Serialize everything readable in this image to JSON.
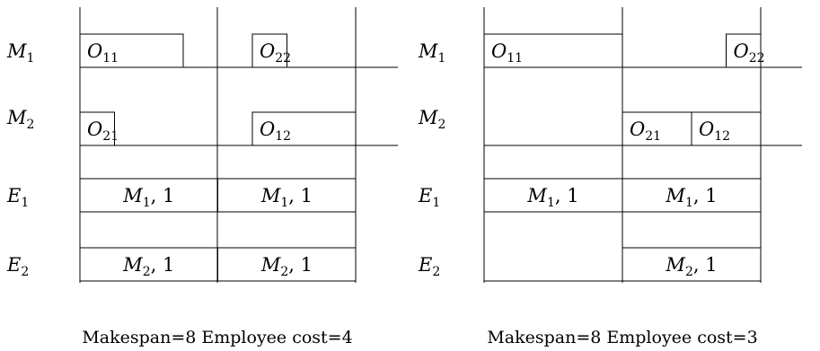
{
  "diagrams": [
    {
      "rows": [
        {
          "name": "M",
          "sub": "1"
        },
        {
          "name": "M",
          "sub": "2"
        },
        {
          "name": "E",
          "sub": "1"
        },
        {
          "name": "E",
          "sub": "2"
        }
      ],
      "blocks": [
        {
          "row": 0,
          "start": 0,
          "end": 3,
          "label": "O",
          "sub": "11"
        },
        {
          "row": 0,
          "start": 5,
          "end": 6,
          "label": "O",
          "sub": "22"
        },
        {
          "row": 1,
          "start": 0,
          "end": 1,
          "label": "O",
          "sub": "21"
        },
        {
          "row": 1,
          "start": 5,
          "end": 8,
          "label": "O",
          "sub": "12"
        },
        {
          "row": 2,
          "start": 0,
          "end": 4,
          "label": "M",
          "sub": "1",
          "suffix": ", 1"
        },
        {
          "row": 2,
          "start": 4,
          "end": 8,
          "label": "M",
          "sub": "1",
          "suffix": ", 1"
        },
        {
          "row": 3,
          "start": 0,
          "end": 4,
          "label": "M",
          "sub": "2",
          "suffix": ", 1"
        },
        {
          "row": 3,
          "start": 4,
          "end": 8,
          "label": "M",
          "sub": "2",
          "suffix": ", 1"
        }
      ],
      "caption": "Makespan=8 Employee cost=4"
    },
    {
      "rows": [
        {
          "name": "M",
          "sub": "1"
        },
        {
          "name": "M",
          "sub": "2"
        },
        {
          "name": "E",
          "sub": "1"
        },
        {
          "name": "E",
          "sub": "2"
        }
      ],
      "blocks": [
        {
          "row": 0,
          "start": 0,
          "end": 4,
          "label": "O",
          "sub": "11"
        },
        {
          "row": 0,
          "start": 7,
          "end": 8,
          "label": "O",
          "sub": "22"
        },
        {
          "row": 1,
          "start": 4,
          "end": 6,
          "label": "O",
          "sub": "21"
        },
        {
          "row": 1,
          "start": 6,
          "end": 8,
          "label": "O",
          "sub": "12"
        },
        {
          "row": 2,
          "start": 0,
          "end": 4,
          "label": "M",
          "sub": "1",
          "suffix": ", 1"
        },
        {
          "row": 2,
          "start": 4,
          "end": 8,
          "label": "M",
          "sub": "1",
          "suffix": ", 1"
        },
        {
          "row": 3,
          "start": 4,
          "end": 8,
          "label": "M",
          "sub": "2",
          "suffix": ", 1"
        }
      ],
      "caption": "Makespan=8 Employee cost=3"
    }
  ]
}
